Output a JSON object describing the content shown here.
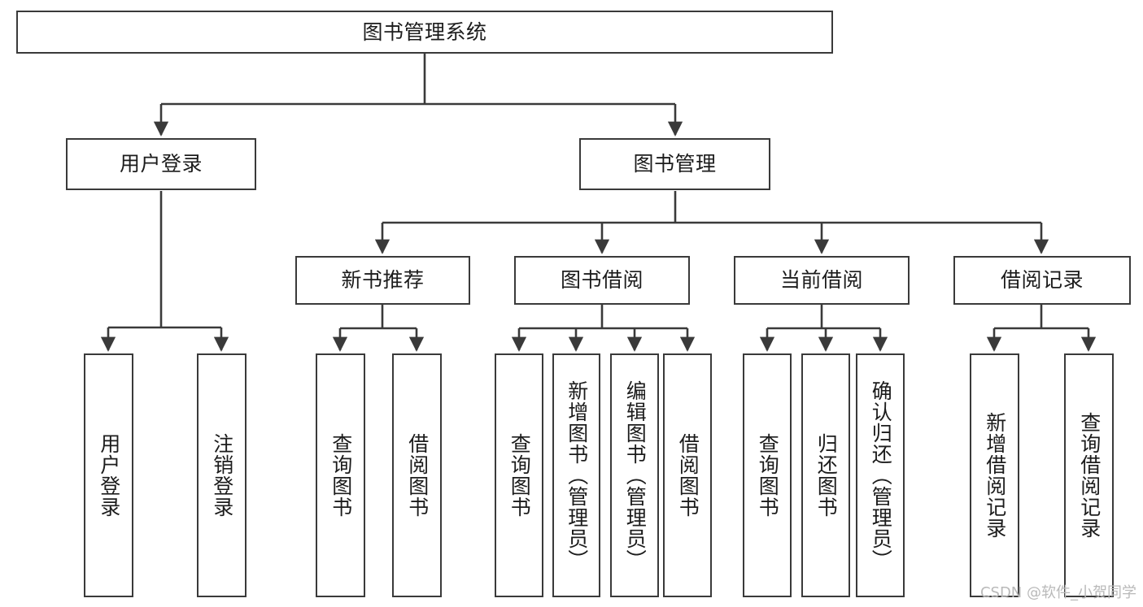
{
  "diagram": {
    "type": "tree",
    "title": "图书管理系统",
    "root": {
      "id": "root",
      "label": "图书管理系统"
    },
    "level1": [
      {
        "id": "user-login",
        "label": "用户登录"
      },
      {
        "id": "book-manage",
        "label": "图书管理"
      }
    ],
    "level2": [
      {
        "id": "new-book-recommend",
        "label": "新书推荐",
        "parent": "book-manage"
      },
      {
        "id": "book-borrow",
        "label": "图书借阅",
        "parent": "book-manage"
      },
      {
        "id": "current-borrow",
        "label": "当前借阅",
        "parent": "book-manage"
      },
      {
        "id": "borrow-record",
        "label": "借阅记录",
        "parent": "book-manage"
      }
    ],
    "leaves": {
      "user_login": [
        {
          "id": "leaf-user-login",
          "label": "用户登录"
        },
        {
          "id": "leaf-user-logout",
          "label": "注销登录"
        }
      ],
      "new_book_recommend": [
        {
          "id": "leaf-query-book-1",
          "label": "查询图书"
        },
        {
          "id": "leaf-borrow-book-1",
          "label": "借阅图书"
        }
      ],
      "book_borrow": [
        {
          "id": "leaf-query-book-2",
          "label": "查询图书"
        },
        {
          "id": "leaf-add-book",
          "label": "新增图书（管理员）"
        },
        {
          "id": "leaf-edit-book",
          "label": "编辑图书（管理员）"
        },
        {
          "id": "leaf-borrow-book-2",
          "label": "借阅图书"
        }
      ],
      "current_borrow": [
        {
          "id": "leaf-query-book-3",
          "label": "查询图书"
        },
        {
          "id": "leaf-return-book",
          "label": "归还图书"
        },
        {
          "id": "leaf-confirm-return",
          "label": "确认归还（管理员）"
        }
      ],
      "borrow_record": [
        {
          "id": "leaf-add-record",
          "label": "新增借阅记录"
        },
        {
          "id": "leaf-query-record",
          "label": "查询借阅记录"
        }
      ]
    }
  },
  "watermark": {
    "text": "CSDN @软件_小贺同学"
  },
  "colors": {
    "border": "#3a3a3a",
    "text": "#1c1c1c",
    "background": "#ffffff",
    "watermark": "#b9b9b9"
  }
}
